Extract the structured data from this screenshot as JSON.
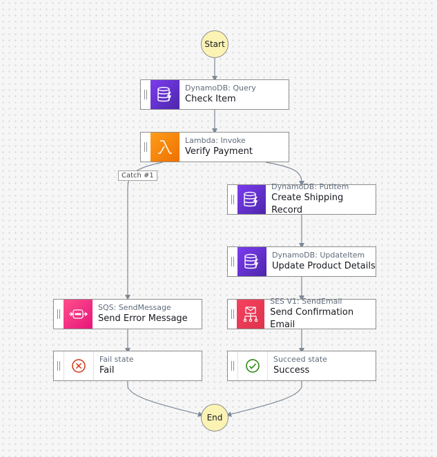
{
  "colors": {
    "dynamodb": "#4d27aa",
    "dynamodb_light": "#7b3cf0",
    "lambda": "#ed7100",
    "lambda_light": "#ff9c1a",
    "sqs": "#e7157b",
    "ses": "#dd344c",
    "fail": "#d13212",
    "succeed": "#1d8102",
    "terminal_fill": "#fbf3b4",
    "edge": "#7d8998"
  },
  "start": {
    "label": "Start"
  },
  "end": {
    "label": "End"
  },
  "states": [
    {
      "id": "check-item",
      "type": "DynamoDB: Query",
      "label": "Check Item",
      "icon": "dynamodb-icon"
    },
    {
      "id": "verify-payment",
      "type": "Lambda: Invoke",
      "label": "Verify Payment",
      "icon": "lambda-icon"
    },
    {
      "id": "create-shipping-record",
      "type": "DynamoDB: PutItem",
      "label": "Create Shipping Record",
      "icon": "dynamodb-icon"
    },
    {
      "id": "update-product-details",
      "type": "DynamoDB: UpdateItem",
      "label": "Update Product Details",
      "icon": "dynamodb-icon"
    },
    {
      "id": "send-error-message",
      "type": "SQS: SendMessage",
      "label": "Send Error Message",
      "icon": "sqs-icon"
    },
    {
      "id": "send-confirmation-email",
      "type": "SES V1: SendEmail",
      "label": "Send Confirmation Email",
      "icon": "ses-icon"
    },
    {
      "id": "fail",
      "type": "Fail state",
      "label": "Fail",
      "icon": "fail-icon"
    },
    {
      "id": "success",
      "type": "Succeed state",
      "label": "Success",
      "icon": "success-icon"
    }
  ],
  "catch_label": "Catch #1"
}
